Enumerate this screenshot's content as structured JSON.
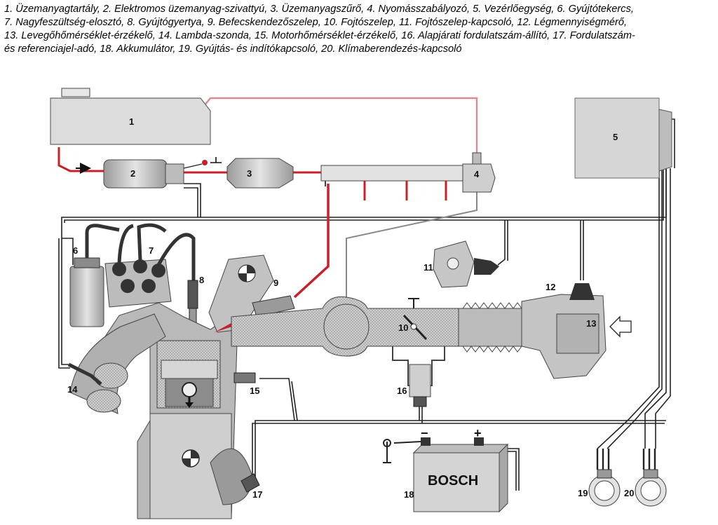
{
  "caption": [
    "1. Üzemanyagtartály, 2. Elektromos üzemanyag-szivattyú, 3. Üzemanyagszűrő, 4. Nyomásszabályozó, 5. Vezérlőegység, 6. Gyújtótekercs,",
    "7. Nagyfeszültség-elosztó, 8. Gyújtógyertya, 9. Befecskendezőszelep, 10. Fojtószelep, 11. Fojtószelep-kapcsoló, 12. Légmennyiségmérő,",
    "13. Levegőhőmérséklet-érzékelő, 14. Lambda-szonda, 15. Motorhőmérséklet-érzékelő, 16. Alapjárati fordulatszám-állító, 17. Fordulatszám-",
    "és referenciajel-adó, 18. Akkumulátor, 19. Gyújtás- és indítókapcsoló, 20. Klímaberendezés-kapcsoló"
  ],
  "labels": {
    "n1": "1",
    "n2": "2",
    "n3": "3",
    "n4": "4",
    "n5": "5",
    "n6": "6",
    "n7": "7",
    "n8": "8",
    "n9": "9",
    "n10": "10",
    "n11": "11",
    "n12": "12",
    "n13": "13",
    "n14": "14",
    "n15": "15",
    "n16": "16",
    "n17": "17",
    "n18": "18",
    "n19": "19",
    "n20": "20"
  },
  "battery": {
    "brand": "BOSCH",
    "minus": "−",
    "plus": "+"
  },
  "colors": {
    "fuel_line": "#c8202a",
    "return_line": "#d98a90",
    "wire": "#222222",
    "component_fill": "#d0d0d0",
    "intake_fill": "#bdbdbd"
  }
}
